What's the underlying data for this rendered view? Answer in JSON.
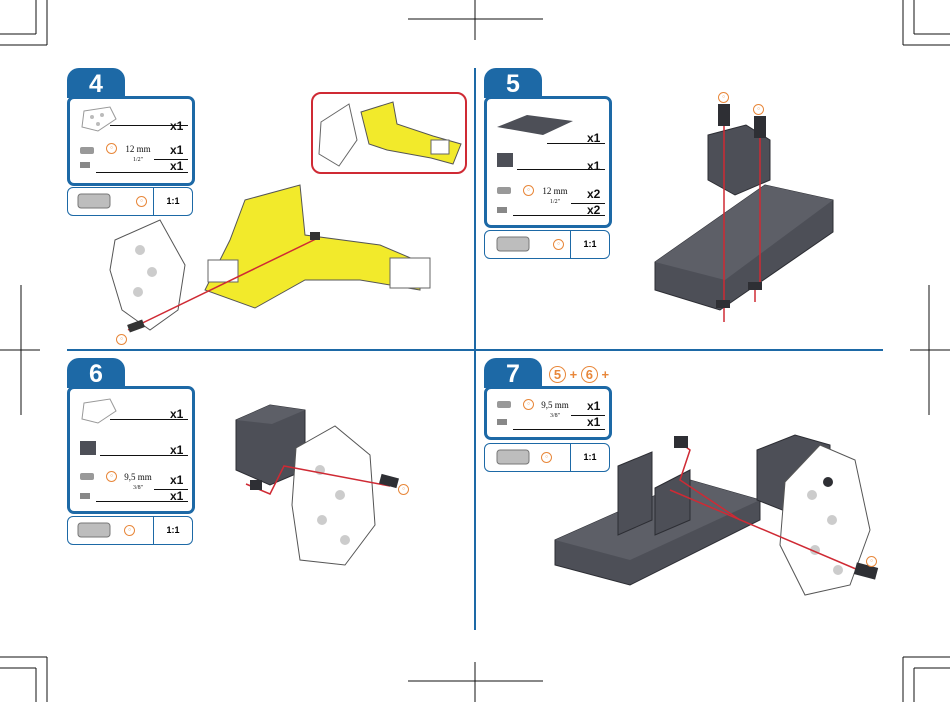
{
  "steps": [
    {
      "number": "4",
      "parts": [
        {
          "qty": "x1"
        },
        {
          "qty": "x1"
        },
        {
          "qty": "x1"
        }
      ],
      "screw_length": "12 mm",
      "screw_length_inch": "1/2\"",
      "ruler_scale": "1:1"
    },
    {
      "number": "5",
      "parts": [
        {
          "qty": "x1"
        },
        {
          "qty": "x1"
        },
        {
          "qty": "x2"
        },
        {
          "qty": "x2"
        }
      ],
      "screw_length": "12 mm",
      "screw_length_inch": "1/2\"",
      "ruler_scale": "1:1"
    },
    {
      "number": "6",
      "parts": [
        {
          "qty": "x1"
        },
        {
          "qty": "x1"
        },
        {
          "qty": "x1"
        },
        {
          "qty": "x1"
        }
      ],
      "screw_length": "9,5 mm",
      "screw_length_inch": "3/8\"",
      "ruler_scale": "1:1"
    },
    {
      "number": "7",
      "prereq": [
        "5",
        "+",
        "6",
        "+"
      ],
      "parts": [
        {
          "qty": "x1"
        },
        {
          "qty": "x1"
        }
      ],
      "screw_length": "9,5 mm",
      "screw_length_inch": "3/8\"",
      "ruler_scale": "1:1"
    }
  ],
  "colors": {
    "accent": "#1d69a6",
    "highlight": "#f2ea2b",
    "callout": "#cf2a34",
    "marker": "#e8873a",
    "part_dark": "#4d4f57"
  }
}
